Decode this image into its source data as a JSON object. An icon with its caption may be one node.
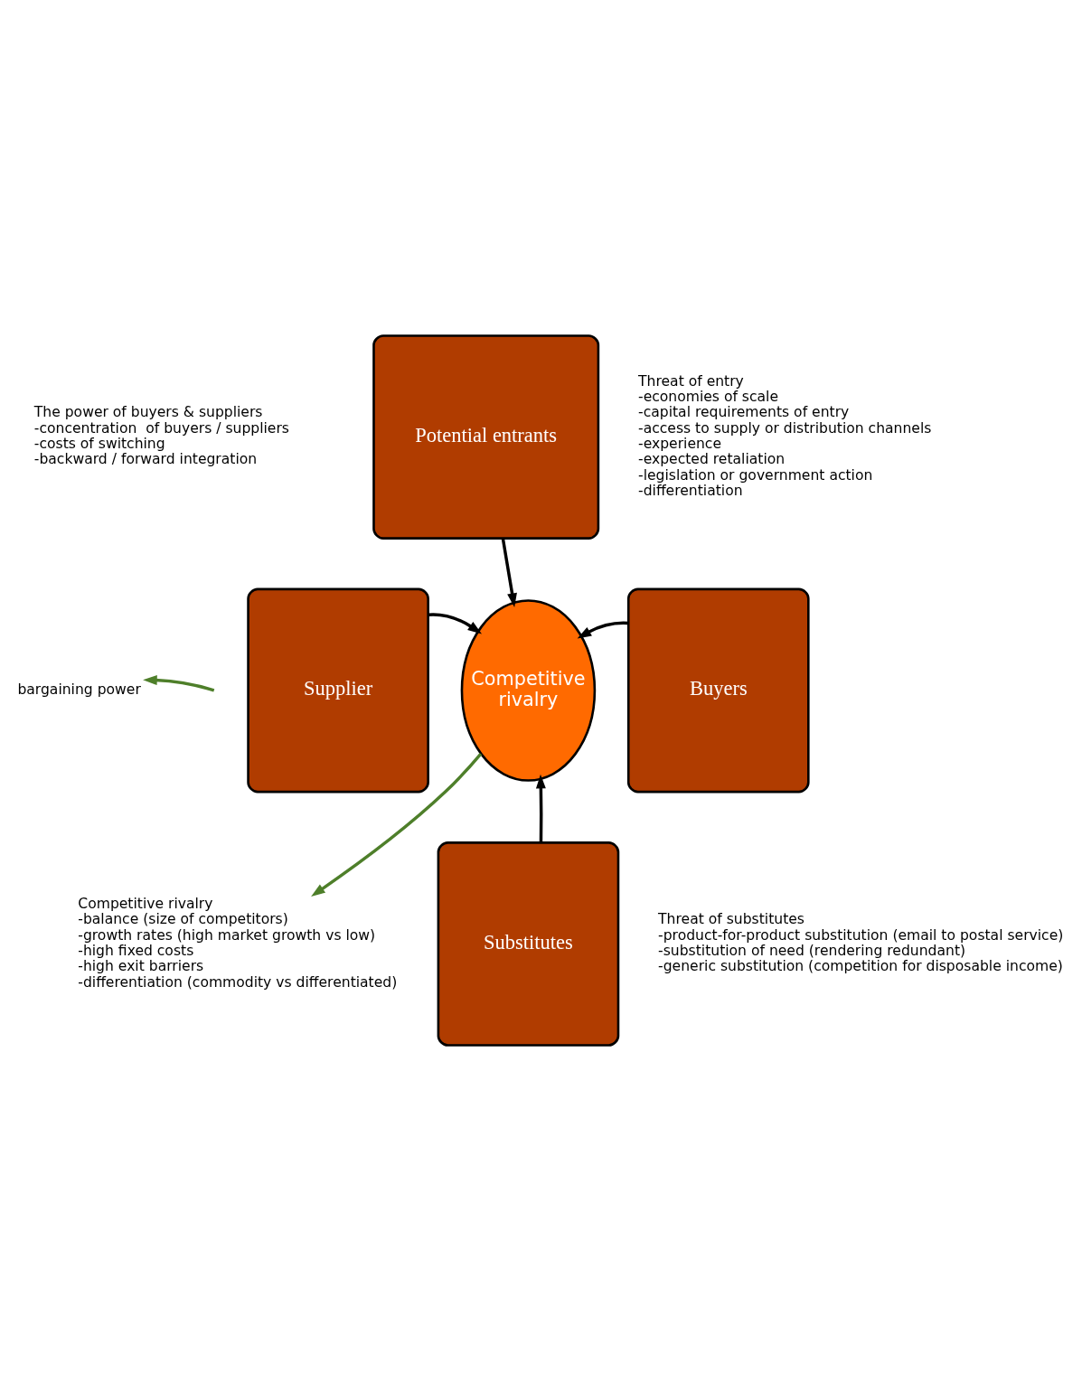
{
  "diagram": {
    "nodes": [
      {
        "text": [
          "Potential entrants"
        ],
        "beside": [
          "Threat of entry",
          "-economies of scale",
          "-capital requirements of entry",
          "-access to supply or distribution channels",
          "-experience",
          "-expected retaliation",
          "-legislation or government action",
          "-differentiation"
        ]
      },
      {
        "text": [
          "Supplier"
        ]
      },
      {
        "text": [
          "Competitive rivalry"
        ]
      },
      {
        "text": [
          "Buyers"
        ]
      },
      {
        "text": [
          "Substitutes"
        ],
        "beside": [
          "Threat of substitutes",
          "-product-for-product substitution (email to postal service)",
          "-substitution of need (rendering redundant)",
          "-generic substitution (competition for disposable income)"
        ]
      },
      {
        "text": [
          "bargaining power"
        ]
      },
      {
        "text": [
          "Competitive rivalry",
          "-balance (size of competitors)",
          "-growth rates (high market growth vs low)",
          "-high fixed costs",
          "-high exit barriers",
          "-differentiation (commodity vs differentiated)"
        ]
      }
    ],
    "edges": [
      {
        "from": 0,
        "to": 2,
        "arrow": "to"
      },
      {
        "from": null,
        "to": 5,
        "arrow": "to",
        "color": "#4e7f2a"
      },
      {
        "from": 1,
        "to": 2,
        "arrow": "to"
      },
      {
        "from": 3,
        "to": 2,
        "arrow": "to"
      },
      {
        "from": 2,
        "to": 6,
        "arrow": "to",
        "color": "#4e7f2a"
      },
      {
        "from": 4,
        "to": 2,
        "arrow": "to"
      }
    ],
    "labels": [
      "The power of buyers & suppliers",
      "-concentration  of buyers / suppliers",
      "-costs of switching",
      "-backward / forward integration"
    ]
  }
}
